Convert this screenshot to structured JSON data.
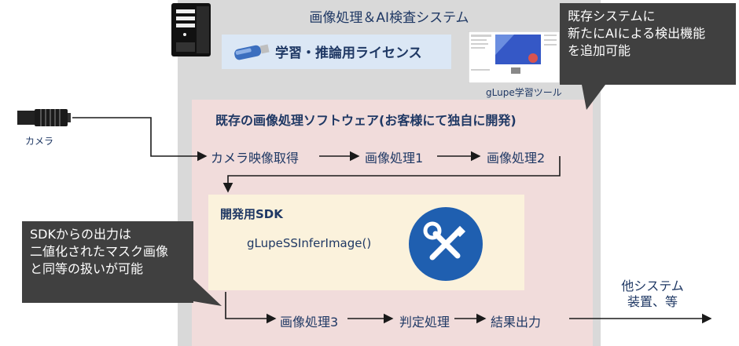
{
  "system_title": "画像処理＆AI検査システム",
  "license_label": "学習・推論用ライセンス",
  "software_title": "既存の画像処理ソフトウェア(お客様にて独自に開発)",
  "camera_label": "カメラ",
  "glupe_tool_label": "gLupe学習ツール",
  "steps": {
    "camera_capture": "カメラ映像取得",
    "process1": "画像処理1",
    "process2": "画像処理2",
    "process3": "画像処理3",
    "judge": "判定処理",
    "result_output": "結果出力"
  },
  "sdk": {
    "title": "開発用SDK",
    "function": "gLupeSSInferImage()"
  },
  "callouts": {
    "top_right": [
      "既存システムに",
      "新たにAIによる検出機能",
      "を追加可能"
    ],
    "bottom_left": [
      "SDKからの出力は",
      "二値化されたマスク画像",
      "と同等の扱いが可能"
    ]
  },
  "output": [
    "他システム",
    "装置、等"
  ],
  "icons": [
    "pc-tower-icon",
    "usb-dongle-icon",
    "camera-icon",
    "tools-icon",
    "screenshot-thumbnail"
  ]
}
